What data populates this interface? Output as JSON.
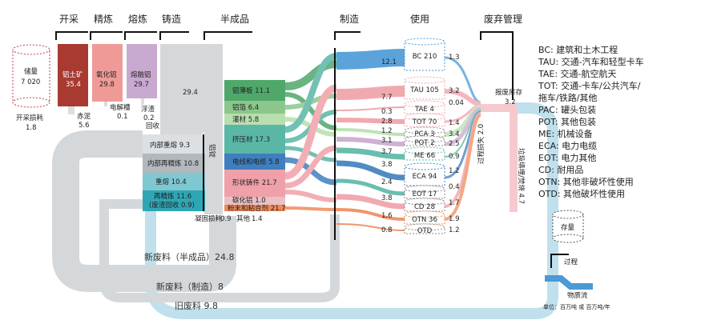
{
  "headers": {
    "mining": "开采",
    "refining": "精炼",
    "smelting": "熔炼",
    "casting": "铸造",
    "semis": "半成品",
    "manufacturing": "制造",
    "use": "使用",
    "waste": "废弃管理"
  },
  "reserve": {
    "label": "储量",
    "value": "7 020"
  },
  "mining_loss": {
    "label": "开采损耗",
    "value": "1.8"
  },
  "bauxite": {
    "label": "铝土矿",
    "value": "35.4"
  },
  "alumina": {
    "label": "氧化铝",
    "value": "29.8"
  },
  "molten": {
    "label": "熔融铝",
    "value": "29.7"
  },
  "red_mud": {
    "label": "赤泥",
    "value": "5.6"
  },
  "cell": {
    "label": "电解槽",
    "value": "0.1"
  },
  "dross": {
    "label": "浮渣",
    "value": "0.2"
  },
  "recycle_label": "回收",
  "casting_flow": "29.4",
  "ingot_label": "铝锭",
  "remelt": [
    {
      "label": "内部重熔 9.3"
    },
    {
      "label": "内部再精炼 10.8"
    },
    {
      "label": "重熔 10.4"
    },
    {
      "label": "再精炼 11.6",
      "sub": "(废渣回收 0.9)"
    }
  ],
  "casting_loss": {
    "label": "凝固损耗",
    "value": "0.9"
  },
  "other_loss": {
    "label": "其他",
    "value": "1.4"
  },
  "semis": [
    {
      "label": "铝薄板 11.1"
    },
    {
      "label": "铝箔 6.4"
    },
    {
      "label": "灌材 5.8"
    },
    {
      "label": "挤压材 17.3"
    },
    {
      "label": "电线和电缆 5.8"
    },
    {
      "label": "形状铸件 21.7"
    },
    {
      "label": "碳化铝 1.0"
    },
    {
      "label": "粉末和粘合剂 21.7"
    }
  ],
  "mfg_values": [
    "12.1",
    "7.7",
    "0.3",
    "2.8",
    "1.2",
    "3.1",
    "3.7",
    "3.8",
    "2.4",
    "3.8",
    "1.6",
    "0.8"
  ],
  "uses": [
    {
      "label": "BC 210",
      "out": "1.3"
    },
    {
      "label": "TAU 105",
      "out": "3.2"
    },
    {
      "label": "TAE 4",
      "out": "0.04"
    },
    {
      "label": "TOT 70",
      "out": "1.4"
    },
    {
      "label": "PCA 3",
      "out": "3.4"
    },
    {
      "label": "POT 2",
      "out": "2.5"
    },
    {
      "label": "ME 66",
      "out": "0.9"
    },
    {
      "label": "ECA 94",
      "out": "1.2"
    },
    {
      "label": "EOT 17",
      "out": "0.4"
    },
    {
      "label": "CD 28",
      "out": "1.7"
    },
    {
      "label": "OTN 36",
      "out": "1.9"
    },
    {
      "label": "OTD",
      "out": "1.2"
    }
  ],
  "scrap_stock": {
    "label": "报废库存",
    "value": "3.2"
  },
  "process_loss": "过程损失 2.0",
  "landfill": "垃圾填埋/焚烧 4.7",
  "new_scrap_semis": "新废料（半成品）24.8",
  "new_scrap_mfg": "新废料（制造）8",
  "old_scrap": "旧废料 9.8",
  "legend": [
    "BC:  建筑和土木工程",
    "TAU:  交通-汽车和轻型卡车",
    "TAE:  交通-航空航天",
    "TOT:  交通-卡车/公共汽车/",
    "          拖车/铁路/其他",
    "PAC:  罐头包装",
    "POT:  其他包装",
    "ME:  机械设备",
    "ECA:  电力电缆",
    "EOT:  电力其他",
    "CD:  耐用品",
    "OTN:  其他非破坏性使用",
    "OTD:  其他破坏性使用"
  ],
  "key": {
    "stock": "存量",
    "process": "过程",
    "flow": "物质流",
    "units": "单位：百万吨 或 百万吨/年"
  }
}
